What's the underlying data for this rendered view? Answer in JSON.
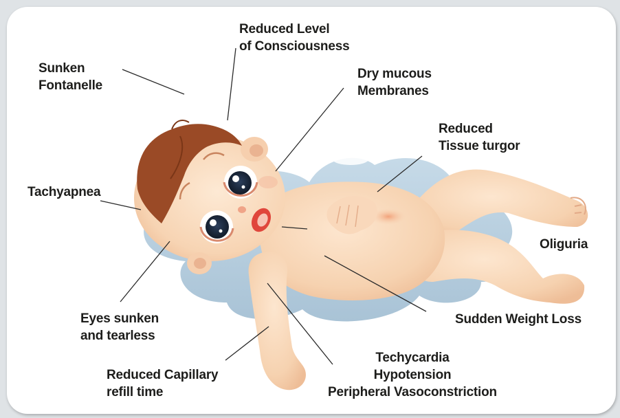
{
  "labels": {
    "sunken_fontanelle": [
      "Sunken",
      "Fontanelle"
    ],
    "reduced_consciousness": [
      "Reduced Level",
      "of Consciousness"
    ],
    "dry_mucous": [
      "Dry mucous",
      "Membranes"
    ],
    "reduced_turgor": [
      "Reduced",
      "Tissue turgor"
    ],
    "tachyapnea": [
      "Tachyapnea"
    ],
    "oliguria": [
      "Oliguria"
    ],
    "sudden_weight_loss": [
      "Sudden Weight Loss"
    ],
    "eyes_sunken": [
      "Eyes sunken",
      "and tearless"
    ],
    "capillary_refill": [
      "Reduced Capillary",
      "refill time"
    ],
    "cardio": [
      "Techycardia",
      "Hypotension",
      "Peripheral Vasoconstriction"
    ]
  },
  "colors": {
    "background": "#dfe3e6",
    "card": "#ffffff",
    "text": "#1d1d1b",
    "leader_line": "#2a2a2a",
    "skin": "#f8d6b7",
    "hair": "#9a4a26",
    "pillow": "#b7cfdf"
  }
}
